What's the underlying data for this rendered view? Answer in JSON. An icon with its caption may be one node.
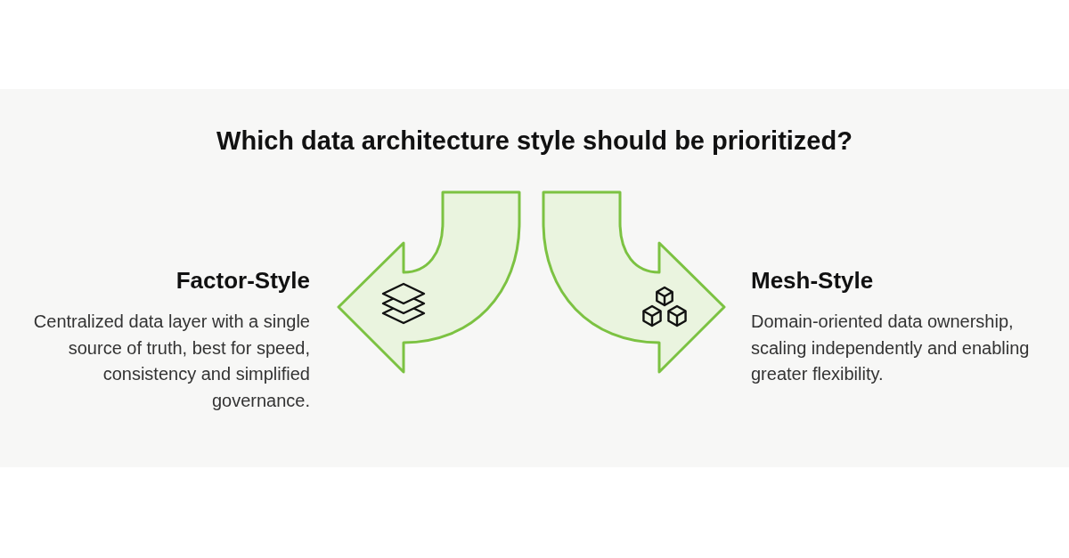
{
  "diagram": {
    "title": "Which data architecture style should be prioritized?",
    "nodes": [
      {
        "text": [
          "Factor-Style",
          "Centralized data layer with a single source of truth, best for speed, consistency and simplified governance."
        ]
      },
      {
        "text": [
          "Mesh-Style",
          "Domain-oriented data ownership, scaling independently and enabling greater flexibility."
        ]
      }
    ],
    "edges": [
      {
        "from": null,
        "to": 0,
        "arrow": "to"
      },
      {
        "from": null,
        "to": 1,
        "arrow": "to"
      }
    ]
  }
}
